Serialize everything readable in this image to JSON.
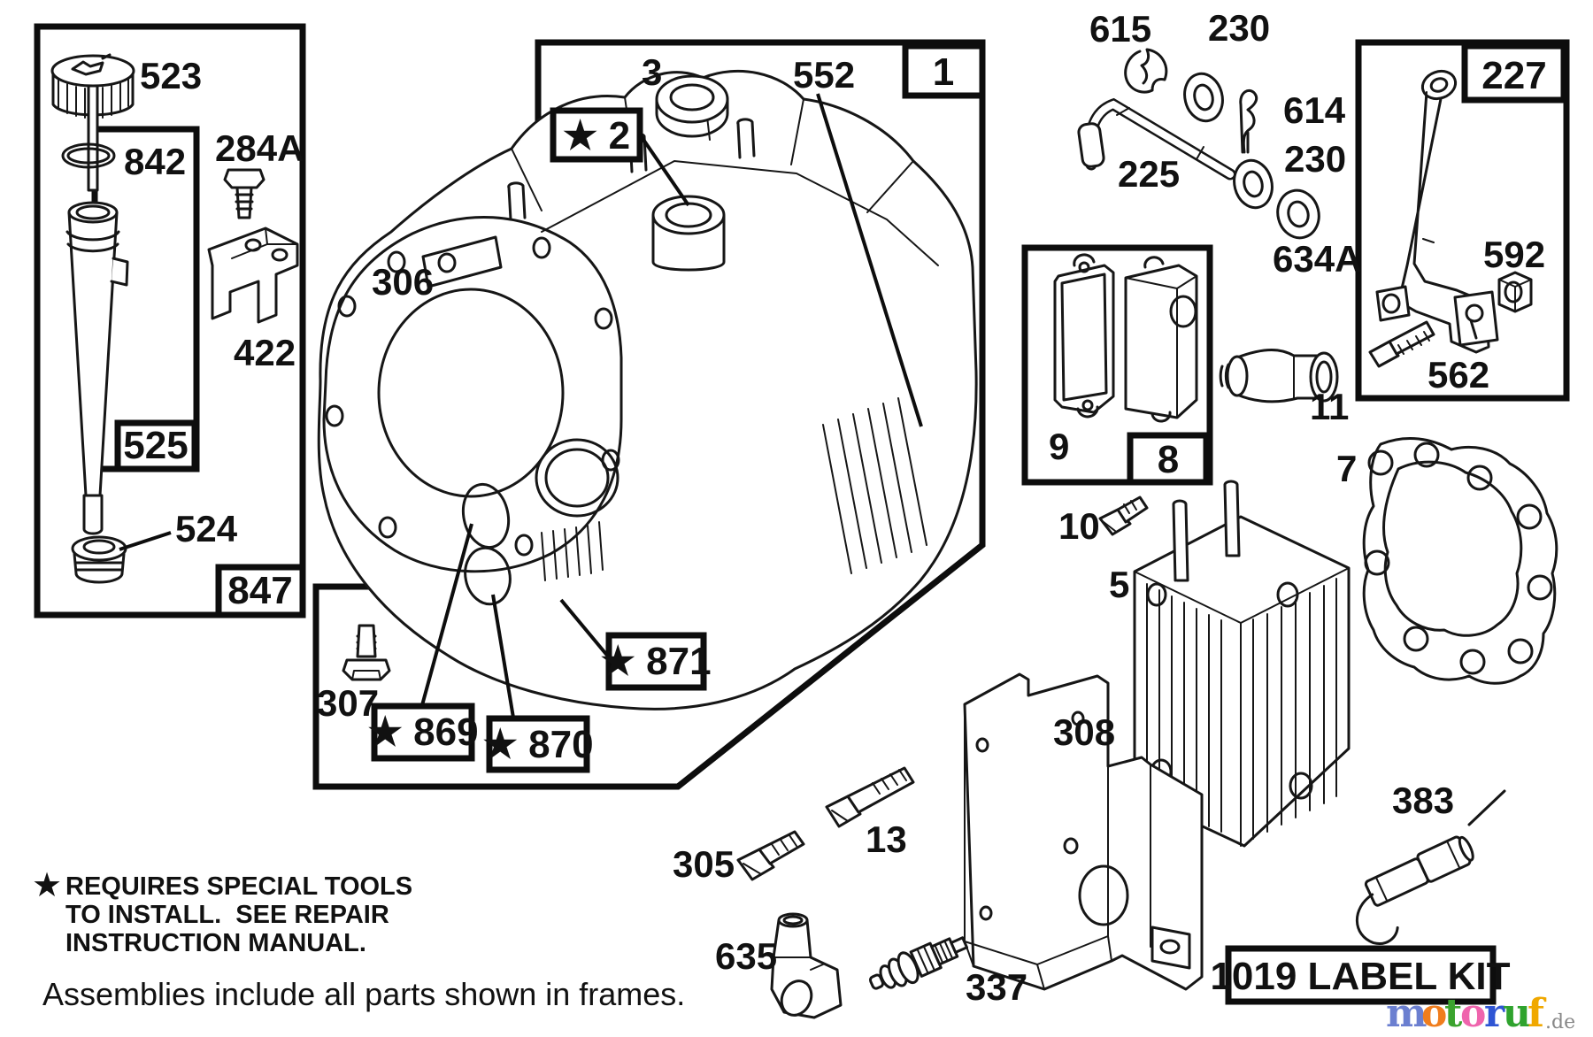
{
  "frames": {
    "dipstick_group": {
      "label": "847"
    },
    "dipstick_tube": {
      "label": "525"
    },
    "main": {
      "label": "1"
    },
    "breather": {
      "label": "8"
    },
    "governor": {
      "label": "227"
    },
    "label_kit": {
      "label": "1019 LABEL KIT"
    }
  },
  "parts": {
    "p523": {
      "label": "523"
    },
    "p842": {
      "label": "842"
    },
    "p284A": {
      "label": "284A"
    },
    "p422": {
      "label": "422"
    },
    "p524": {
      "label": "524"
    },
    "p3": {
      "label": "3"
    },
    "p2": {
      "label": "★ 2"
    },
    "p552": {
      "label": "552"
    },
    "p306": {
      "label": "306"
    },
    "p307": {
      "label": "307"
    },
    "p869": {
      "label": "★ 869"
    },
    "p870": {
      "label": "★ 870"
    },
    "p871": {
      "label": "★ 871"
    },
    "p615": {
      "label": "615"
    },
    "p230a": {
      "label": "230"
    },
    "p225": {
      "label": "225"
    },
    "p614": {
      "label": "614"
    },
    "p230b": {
      "label": "230"
    },
    "p634A": {
      "label": "634A"
    },
    "p592": {
      "label": "592"
    },
    "p562": {
      "label": "562"
    },
    "p9": {
      "label": "9"
    },
    "p10": {
      "label": "10"
    },
    "p11": {
      "label": "11"
    },
    "p7": {
      "label": "7"
    },
    "p5": {
      "label": "5"
    },
    "p308": {
      "label": "308"
    },
    "p13": {
      "label": "13"
    },
    "p305": {
      "label": "305"
    },
    "p635": {
      "label": "635"
    },
    "p337": {
      "label": "337"
    },
    "p383": {
      "label": "383"
    }
  },
  "footnote": {
    "star": "★",
    "line1": "REQUIRES SPECIAL TOOLS",
    "line2": "TO INSTALL.  SEE REPAIR",
    "line3": "INSTRUCTION MANUAL.",
    "assemblies": "Assemblies include all parts shown in frames."
  },
  "logo": {
    "letters": [
      {
        "ch": "m",
        "color": "#6b7fd0"
      },
      {
        "ch": "o",
        "color": "#f07d1d"
      },
      {
        "ch": "t",
        "color": "#3ba32e"
      },
      {
        "ch": "o",
        "color": "#ef64ad"
      },
      {
        "ch": "r",
        "color": "#2f55d4"
      },
      {
        "ch": "u",
        "color": "#2fa32e"
      },
      {
        "ch": "f",
        "color": "#f0a800"
      }
    ],
    "suffix": ".de"
  }
}
